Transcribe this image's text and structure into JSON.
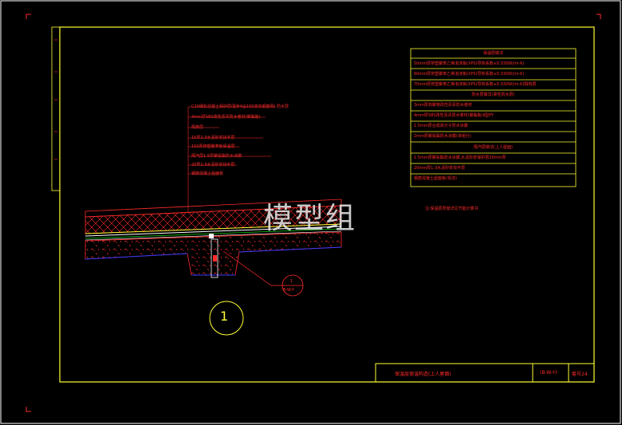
{
  "title_block": {
    "drawing_title": "保温层保温构造(上人屋面)",
    "drawing_code": "(B-W-Y)",
    "sheet_no": "套号24"
  },
  "table": {
    "rows": [
      {
        "text": "保温层做法",
        "header": true
      },
      {
        "text": "50mm厚挤塑聚苯乙烯泡沫板(XPS)导热系数≤0.030W/(m·K)",
        "header": false
      },
      {
        "text": "60mm厚挤塑聚苯乙烯泡沫板(XPS)导热系数≤0.030W/(m·K)",
        "header": false
      },
      {
        "text": "70mm厚挤塑聚苯乙烯泡沫板(XPS)导热系数≤0.030W/(m·K)隔热层",
        "header": false
      },
      {
        "text": "防水层做法(柔性防水层)",
        "header": true
      },
      {
        "text": "3mm厚高聚物改性沥青防水卷材",
        "header": false
      },
      {
        "text": "4mm厚SBS改性沥青防水卷材(聚酯胎)Ⅱ型PY",
        "header": false
      },
      {
        "text": "1.5mm厚合成高分子防水涂膜",
        "header": false
      },
      {
        "text": "2mm厚聚氨酯防水涂膜(单组分)",
        "header": false
      },
      {
        "text": "隔汽层做法(上人屋面)",
        "header": true
      },
      {
        "text": "1.5mm厚聚氨酯防水涂膜,水泥砂浆保护层20mm厚",
        "header": false
      },
      {
        "text": "20mm厚1:3水泥砂浆找平层",
        "header": false
      },
      {
        "text": "钢筋混凝土屋面板(现浇)",
        "header": false
      }
    ]
  },
  "note": "注:保温层厚度详见节能计算书",
  "callouts": [
    "C20细石混凝土保护层(配Φ4@150双向钢筋网) 防水层",
    "4mm厚SBS改性沥青防水卷材(聚酯胎)",
    "隔离层",
    "15厚1:3水泥砂浆找平层",
    "150厚挤塑聚苯板保温层",
    "隔汽层1.5厚聚氨酯防水涂膜",
    "20厚1:3水泥砂浆找平层",
    "钢筋混凝土屋面板"
  ],
  "detail_number": "1",
  "section_ref": {
    "top": "1",
    "bottom": "B-W-Y"
  },
  "watermark": "模型组",
  "colors": {
    "frame": "#ffff33",
    "ink": "#ff2a2a",
    "white": "#ffffff",
    "blue": "#3a3aff",
    "green": "#00d000"
  }
}
